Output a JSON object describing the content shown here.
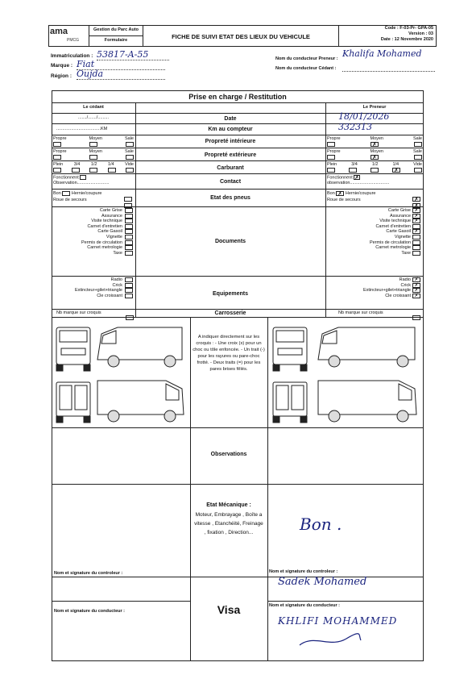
{
  "header": {
    "logo_text": "ama",
    "logo_sub": "PMCG",
    "company": "Gestion du Parc Auto",
    "form_label": "Formulaire",
    "title": "FICHE DE SUIVI ETAT DES LIEUX DU VEHICULE",
    "code": "Code : F-03-Pr- GPA-05",
    "version": "Version : 03",
    "date": "Date : 12 Novembre 2020"
  },
  "vehicle": {
    "immat_label": "Immatriculation :",
    "immat_value": "53817-A-55",
    "marque_label": "Marque :",
    "marque_value": "Fiat",
    "region_label": "Région :",
    "region_value": "Oujda"
  },
  "drivers": {
    "preneur_label": "Nom du conducteur Preneur :",
    "preneur_value": "Khalifa Mohamed",
    "cedant_label": "Nom du conducteur Cédant :"
  },
  "section_title": "Prise en charge / Restitution",
  "cedant_col": "Le cédant",
  "preneur_col": "Le Preneur",
  "rows": {
    "date": "Date",
    "km": "Km au compteur",
    "km_unit": "KM",
    "date_left": "......./......./.........",
    "km_left": "....................................",
    "date_right": "18/01/2026",
    "km_right": "332313",
    "interieur": "Propreté intérieure",
    "exterieure": "Propreté extérieure",
    "carburant": "Carburant",
    "contact": "Contact",
    "pneus": "Etat des pneus",
    "documents": "Documents",
    "equipements": "Equipements",
    "carrosserie": "Carrosserie",
    "observations": "Observations",
    "mecanique_title": "Etat Mécanique :",
    "mecanique_text": "Moteur, Embrayage , Boîte a vitesse , Etanchéité, Freinage , fixation , Direction...",
    "visa": "Visa"
  },
  "propre_opts": [
    "Propre",
    "Moyen",
    "Sale"
  ],
  "fuel_opts": [
    "Plein",
    "3/4",
    "1/2",
    "1/4",
    "Vide"
  ],
  "contact_left": [
    "Fonctionnent",
    "Observation.........................."
  ],
  "contact_right": [
    "Fonctionnent",
    "observation................................"
  ],
  "pneus_opts": [
    "Bon",
    "Hernie/coupure",
    "Roue de secours"
  ],
  "documents": [
    "Carte Grise",
    "Assurance",
    "Visite technique",
    "Carnet d'entretien",
    "Carte Gasoil",
    "Vignette",
    "Permis de circulation",
    "Carnet metrologie",
    "Taxe"
  ],
  "equipements": [
    "Radio",
    "Crick",
    "Extincteur+gilet+triangle",
    "Cle croissant"
  ],
  "croquis_label": "Nb marque sur croquis",
  "instructions": "A indiquer directement sur les croquis : - Une croix (x) pour un choc ou tôle enfoncée. - Un trait (-) pour les rayures ou pare-choc frotté. - Deux traits (=) pour les pares brises fêlés.",
  "mecanique_value": "Bon .",
  "signatures": {
    "controleur_left": "Nom et signature du controleur :",
    "conducteur_left": "Nom et signature du conducteur :",
    "controleur_right": "Nom et signature du controleur :",
    "conducteur_right": "Nom et signature du conducteur :",
    "controleur_value": "Sadek Mohamed",
    "conducteur_value": "KHLIFI MOHAMMED"
  }
}
